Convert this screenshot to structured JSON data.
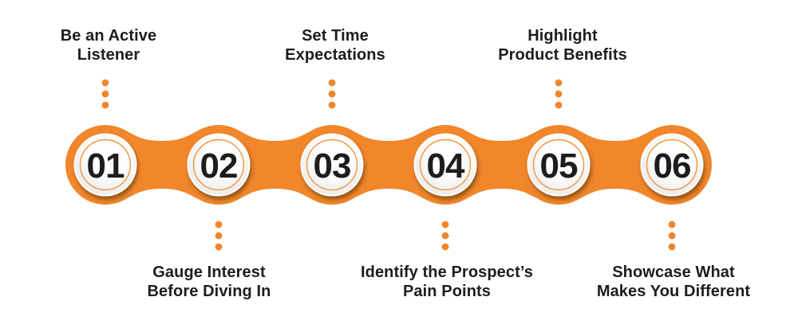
{
  "diagram": {
    "type": "process-chain-infographic",
    "background": "#ffffff",
    "colors": {
      "chain_orange": "#F1862B",
      "inner_ring_orange": "#F0953F",
      "dot_orange": "#F1862B",
      "number_color": "#1D1D1B",
      "label_color": "#1D1D1B",
      "disc_highlight": "#FFFFFF",
      "disc_shade": "#C9C9C9"
    },
    "steps": [
      {
        "number": "01",
        "label": "Be an Active\nListener",
        "label_position": "top"
      },
      {
        "number": "02",
        "label": "Gauge Interest\nBefore Diving In",
        "label_position": "bottom"
      },
      {
        "number": "03",
        "label": "Set Time\nExpectations",
        "label_position": "top"
      },
      {
        "number": "04",
        "label": "Identify the Prospect’s\nPain Points",
        "label_position": "bottom"
      },
      {
        "number": "05",
        "label": "Highlight\nProduct Benefits",
        "label_position": "top"
      },
      {
        "number": "06",
        "label": "Showcase What\nMakes You Different",
        "label_position": "bottom"
      }
    ]
  }
}
